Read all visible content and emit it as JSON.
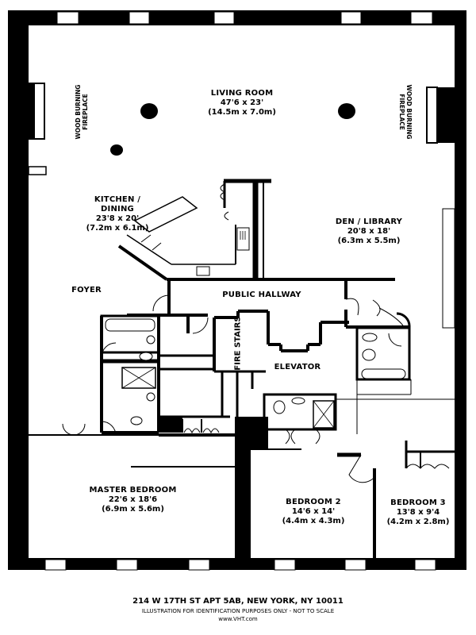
{
  "floorplan": {
    "rooms": [
      {
        "id": "living-room",
        "name": "LIVING ROOM",
        "dims_imperial": "47'6 x 23'",
        "dims_metric": "(14.5m x 7.0m)"
      },
      {
        "id": "kitchen-dining",
        "name": "KITCHEN /",
        "name2": "DINING",
        "dims_imperial": "23'8 x 20'",
        "dims_metric": "(7.2m x 6.1m)"
      },
      {
        "id": "den-library",
        "name": "DEN / LIBRARY",
        "dims_imperial": "20'8 x 18'",
        "dims_metric": "(6.3m x 5.5m)"
      },
      {
        "id": "master-bedroom",
        "name": "MASTER BEDROOM",
        "dims_imperial": "22'6 x 18'6",
        "dims_metric": "(6.9m x 5.6m)"
      },
      {
        "id": "bedroom-2",
        "name": "BEDROOM 2",
        "dims_imperial": "14'6 x 14'",
        "dims_metric": "(4.4m x 4.3m)"
      },
      {
        "id": "bedroom-3",
        "name": "BEDROOM 3",
        "dims_imperial": "13'8 x 9'4",
        "dims_metric": "(4.2m x 2.8m)"
      }
    ],
    "areas": {
      "foyer": "FOYER",
      "public_hallway": "PUBLIC HALLWAY",
      "fire_stairs": "FIRE STAIRS",
      "elevator": "ELEVATOR"
    },
    "fireplaces": {
      "left": {
        "line1": "WOOD BURNING",
        "line2": "FIREPLACE"
      },
      "right": {
        "line1": "WOOD BURNING",
        "line2": "FIREPLACE"
      }
    }
  },
  "footer": {
    "address": "214 W 17TH ST APT 5AB, NEW YORK, NY 10011",
    "disclaimer": "ILLUSTRATION FOR IDENTIFICATION PURPOSES ONLY - NOT TO SCALE",
    "website": "www.VHT.com"
  },
  "colors": {
    "wall": "#000000",
    "background": "#ffffff"
  }
}
